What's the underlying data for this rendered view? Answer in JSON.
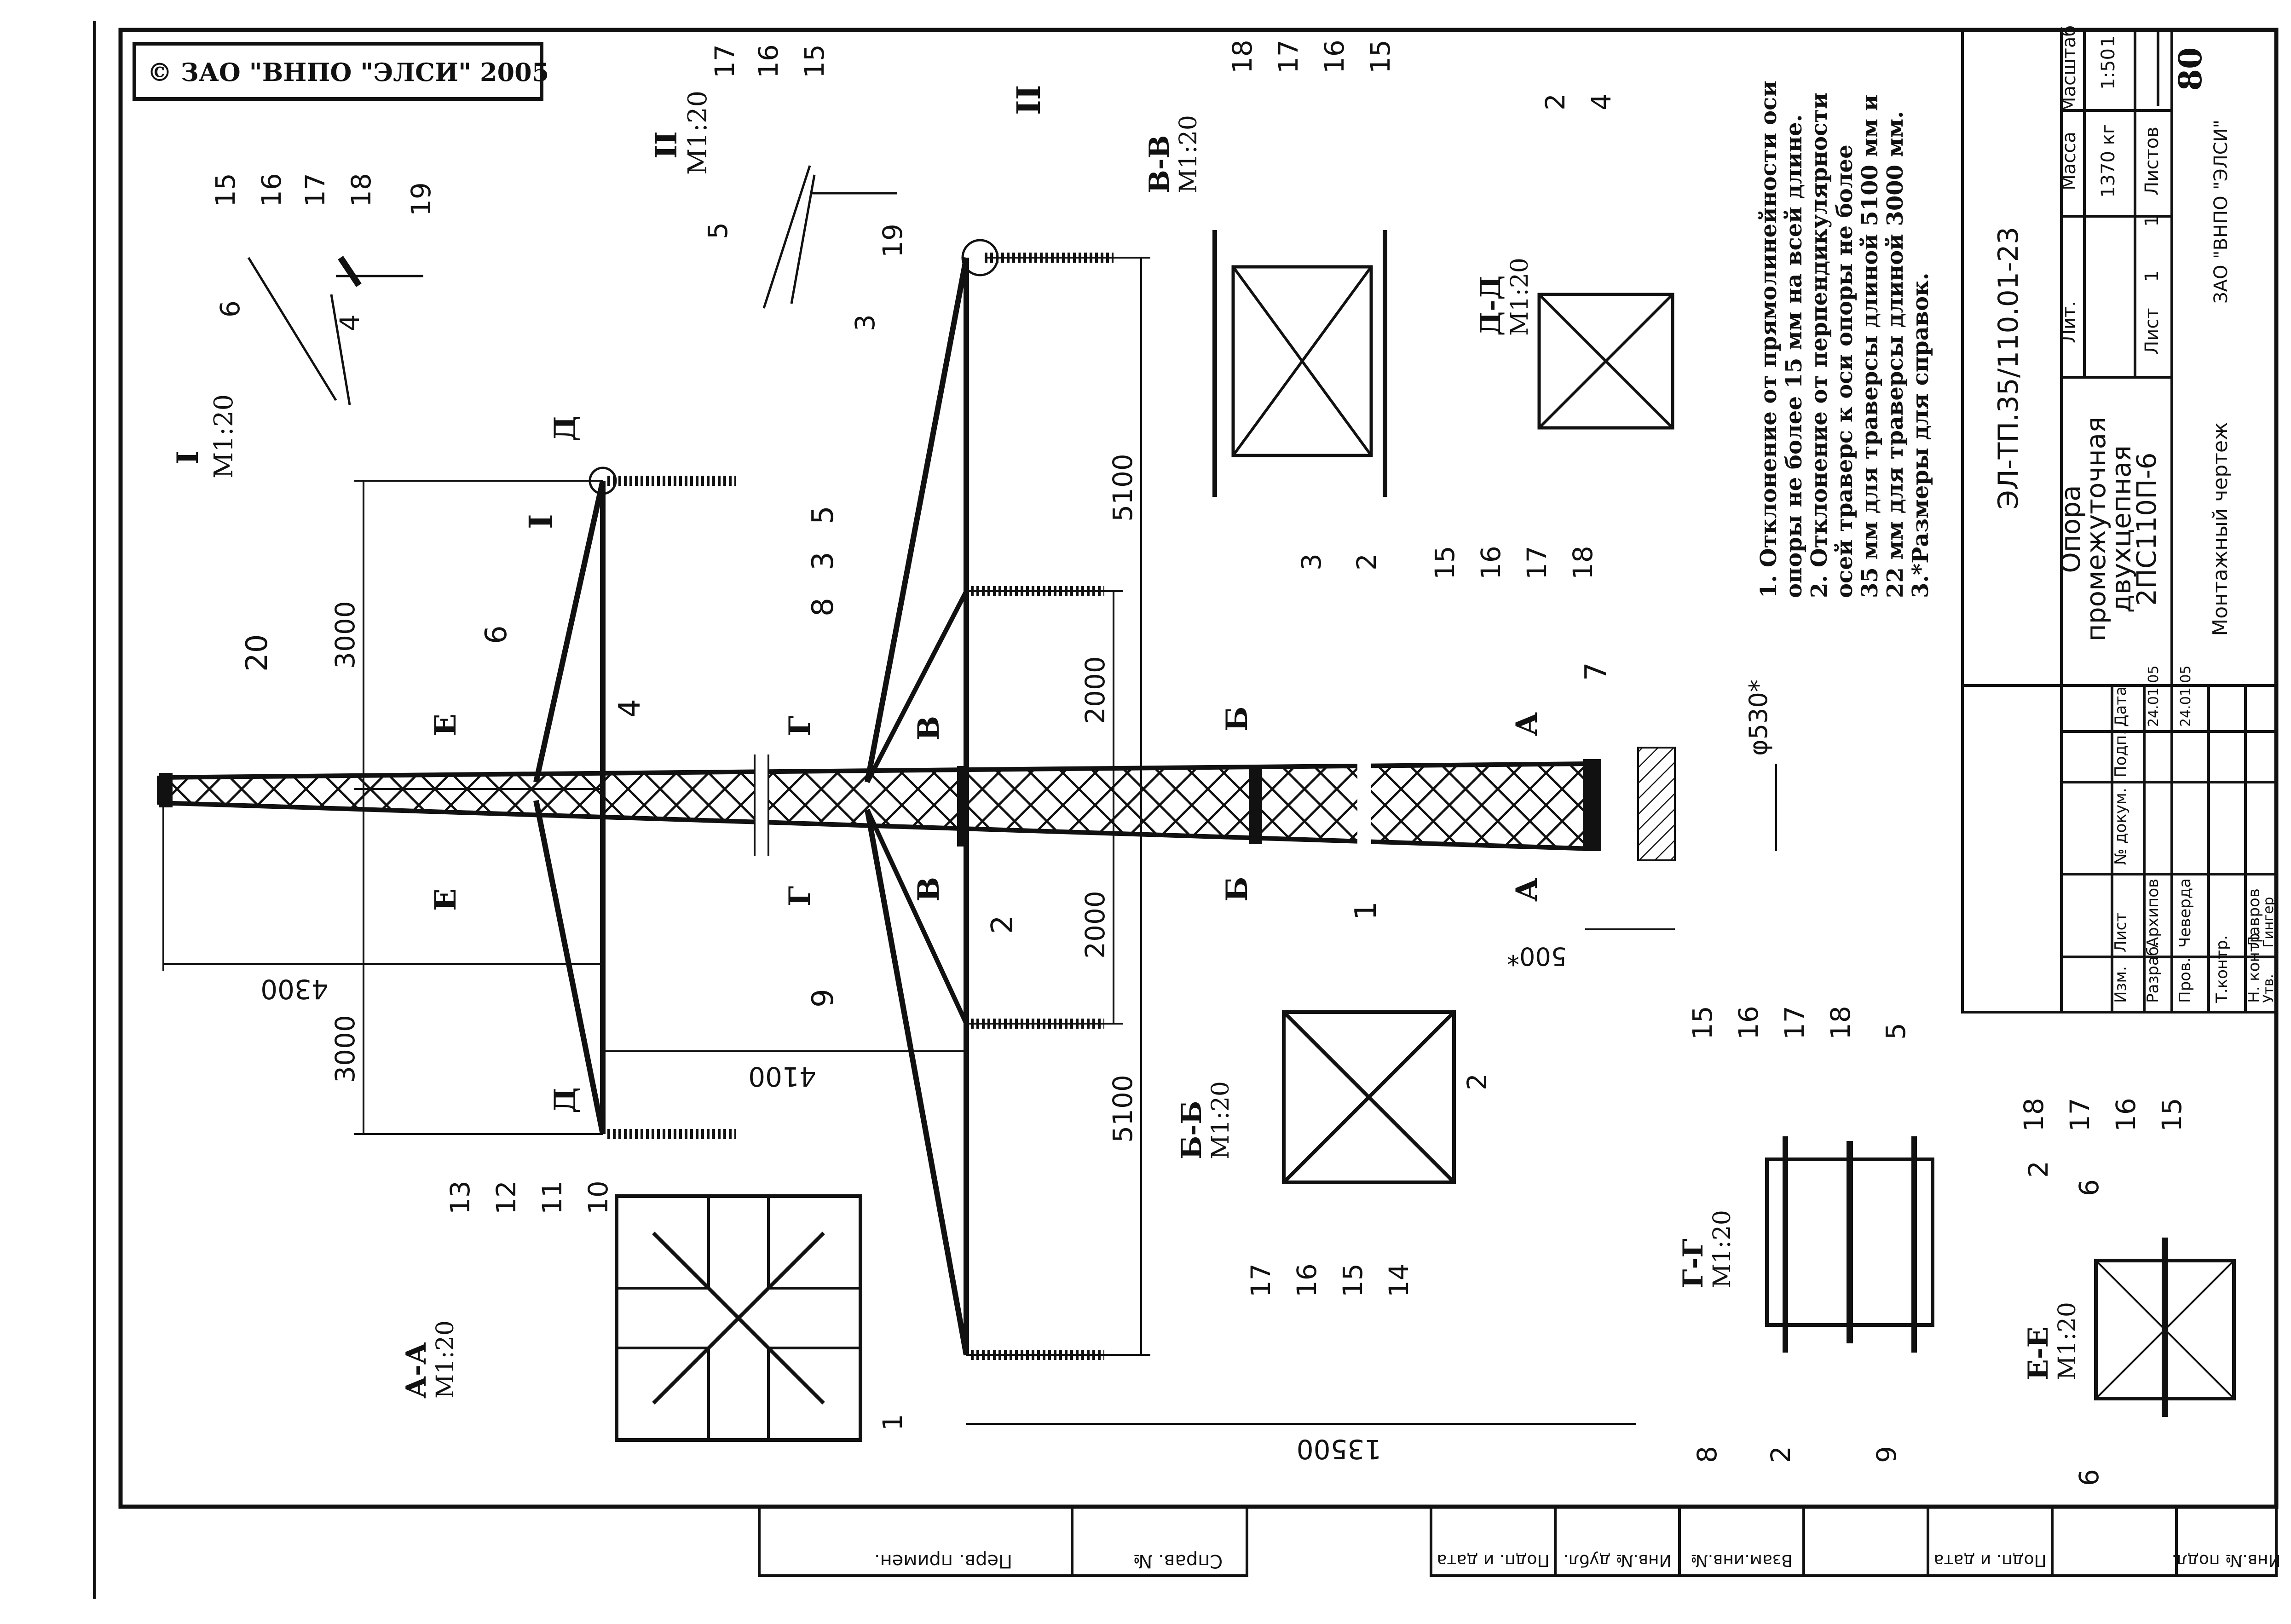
{
  "copyright": "© ЗАО \"ВНПО \"ЭЛСИ\" 2005",
  "sheet_number": "80",
  "title_block": {
    "doc_code": "ЭЛ-ТП.35/110.01-23",
    "name_line1": "Опора",
    "name_line2": "промежуточная",
    "name_line3": "двухцепная",
    "name_line4": "2ПС110П-6",
    "drawing_type": "Монтажный чертеж",
    "organization": "ЗАО \"ВНПО \"ЭЛСИ\"",
    "hdr_lit": "Лит.",
    "hdr_mass": "Масса",
    "hdr_scale": "Масштаб",
    "mass_value": "1370 кг",
    "scale_value": "1:50",
    "scale_extra": "1",
    "sheet_label": "Лист",
    "sheet_value": "1",
    "sheets_label": "Листов",
    "sheets_value": "1",
    "col_izm": "Изм.",
    "col_list": "Лист",
    "col_doc": "№ докум.",
    "col_sign": "Подп.",
    "col_date": "Дата",
    "role_razrab": "Разраб.",
    "name_razrab": "Архипов",
    "role_prov": "Пров.",
    "name_prov": "Чеверда",
    "role_tkontr": "Т.контр.",
    "role_nkontr": "Н. контр.",
    "name_nkontr": "Лавров",
    "role_utv": "Утв.",
    "name_utv": "Гингер",
    "date_razrab": "24.01.05",
    "date_prov": "24.01.05"
  },
  "notes": [
    "1. Отклонение от прямолинейности оси",
    "опоры не более 15 мм на всей длине.",
    "2. Отклонение  от перпендикулярности",
    "осей траверс к оси опоры не более",
    "35 мм для траверсы длиной 5100 мм и",
    "22 мм для траверсы длиной 3000 мм.",
    "3.*Размеры для справок."
  ],
  "margin_labels": {
    "perv_primen": "Перв. примен.",
    "sprav_no": "Справ. №",
    "podp_data_1": "Подп. и дата",
    "inv_dubl": "Инв.№ дубл.",
    "vzam_inv": "Взам.инв.№",
    "podp_data_2": "Подп. и дата",
    "inv_podl": "Инв.№ подл."
  },
  "dimensions": {
    "d3000a": "3000",
    "d3000b": "3000",
    "d4300": "4300",
    "d4100": "4100",
    "d2000a": "2000",
    "d2000b": "2000",
    "d5100a": "5100",
    "d5100b": "5100",
    "d13500": "13500",
    "d500": "500*",
    "d530": "φ530*"
  },
  "section_marks": {
    "A": "А",
    "B": "Б",
    "V": "В",
    "G": "Г",
    "D": "Д",
    "E": "Е",
    "I": "I",
    "II": "II"
  },
  "views": {
    "aa": "А-А",
    "bb": "Б-Б",
    "vv": "В-В",
    "gg": "Г-Г",
    "dd": "Д-Д",
    "ee": "Е-Е",
    "i": "I",
    "ii": "II",
    "scale20": "М1:20"
  },
  "callouts": {
    "p1": "1",
    "p2": "2",
    "p3": "3",
    "p4": "4",
    "p5": "5",
    "p6": "6",
    "p7": "7",
    "p8": "8",
    "p9": "9",
    "p10": "10",
    "p11": "11",
    "p12": "12",
    "p13": "13",
    "p14": "14",
    "p15": "15",
    "p16": "16",
    "p17": "17",
    "p18": "18",
    "p19": "19",
    "p20": "20"
  }
}
